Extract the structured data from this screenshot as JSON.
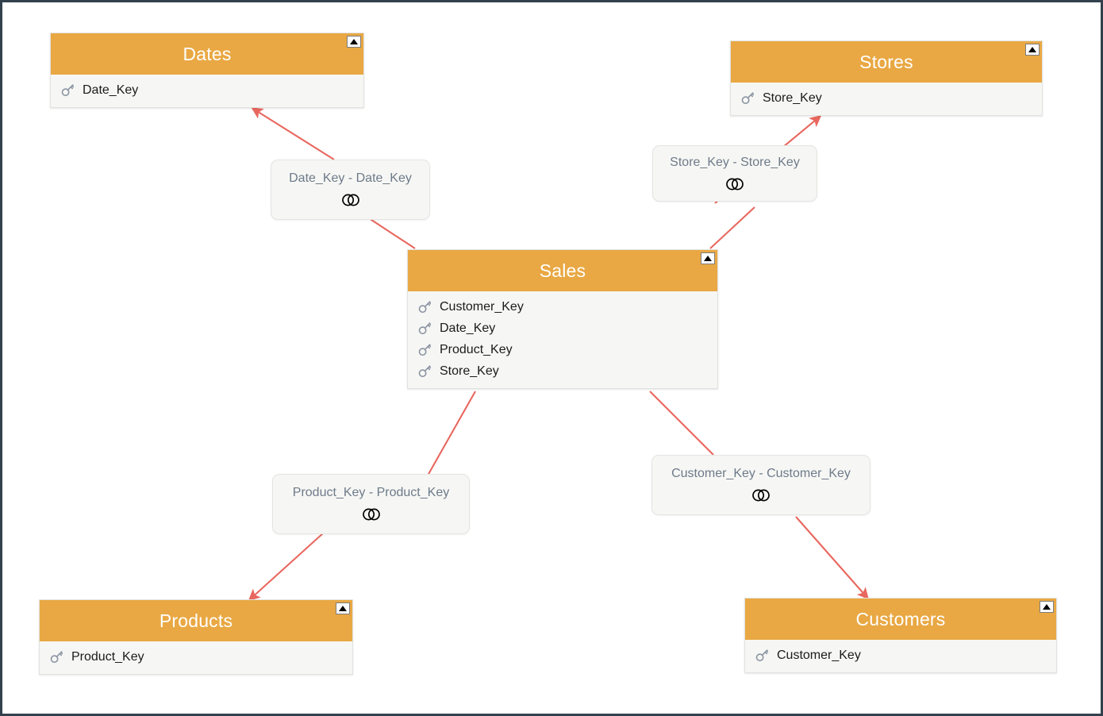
{
  "diagram": {
    "type": "star-schema-relationship-model",
    "canvas_border_color": "#32414d",
    "canvas_background": "#ffffff",
    "header_color": "#e9a843",
    "body_color": "#f6f7f4",
    "connector_color": "#e8675e",
    "relationship_label_color": "#6e7a8a"
  },
  "tables": [
    {
      "id": "dates",
      "name": "Dates",
      "fields": [
        {
          "name": "Date_Key",
          "icon": "key-icon"
        }
      ],
      "collapse_icon": "triangle-up-icon"
    },
    {
      "id": "stores",
      "name": "Stores",
      "fields": [
        {
          "name": "Store_Key",
          "icon": "key-icon"
        }
      ],
      "collapse_icon": "triangle-up-icon"
    },
    {
      "id": "sales",
      "name": "Sales",
      "fields": [
        {
          "name": "Customer_Key",
          "icon": "key-icon"
        },
        {
          "name": "Date_Key",
          "icon": "key-icon"
        },
        {
          "name": "Product_Key",
          "icon": "key-icon"
        },
        {
          "name": "Store_Key",
          "icon": "key-icon"
        }
      ],
      "collapse_icon": "triangle-up-icon"
    },
    {
      "id": "products",
      "name": "Products",
      "fields": [
        {
          "name": "Product_Key",
          "icon": "key-icon"
        }
      ],
      "collapse_icon": "triangle-up-icon"
    },
    {
      "id": "customers",
      "name": "Customers",
      "fields": [
        {
          "name": "Customer_Key",
          "icon": "key-icon"
        }
      ],
      "collapse_icon": "triangle-up-icon"
    }
  ],
  "relationships": [
    {
      "id": "rel-date",
      "label": "Date_Key - Date_Key",
      "join_icon": "inner-join-venn-icon",
      "from": "Sales",
      "to": "Dates"
    },
    {
      "id": "rel-store",
      "label": "Store_Key - Store_Key",
      "join_icon": "inner-join-venn-icon",
      "from": "Sales",
      "to": "Stores"
    },
    {
      "id": "rel-product",
      "label": "Product_Key - Product_Key",
      "join_icon": "inner-join-venn-icon",
      "from": "Sales",
      "to": "Products"
    },
    {
      "id": "rel-customer",
      "label": "Customer_Key - Customer_Key",
      "join_icon": "inner-join-venn-icon",
      "from": "Sales",
      "to": "Customers"
    }
  ]
}
